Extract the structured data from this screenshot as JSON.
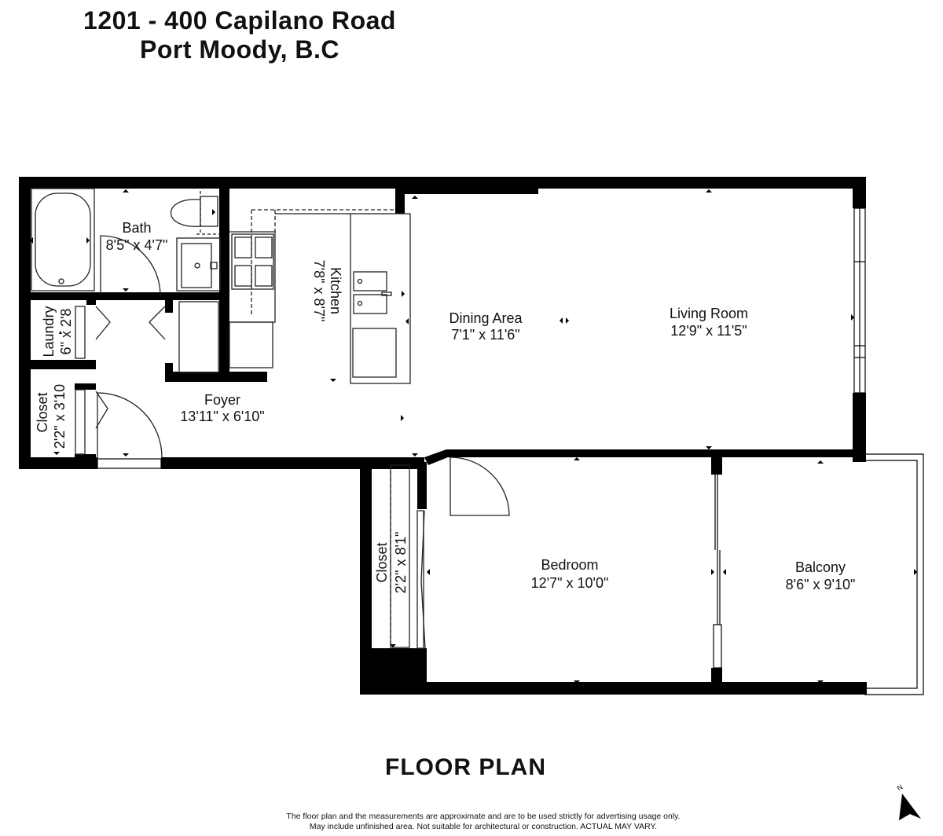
{
  "header": {
    "line1": "1201 - 400 Capilano Road",
    "line2": "Port Moody, B.C"
  },
  "rooms": {
    "bath": {
      "name": "Bath",
      "dims": "8'5\" x 4'7\""
    },
    "laundry": {
      "name": "Laundry",
      "dims": "6\" x 2'8"
    },
    "closet_foyer": {
      "name": "Closet",
      "dims": "2'2\" x 3'10"
    },
    "kitchen": {
      "name": "Kitchen",
      "dims": "7'8\" x 8'7\""
    },
    "dining": {
      "name": "Dining Area",
      "dims": "7'1\" x 11'6\""
    },
    "living": {
      "name": "Living Room",
      "dims": "12'9\" x 11'5\""
    },
    "foyer": {
      "name": "Foyer",
      "dims": "13'11\" x 6'10\""
    },
    "closet_bedroom": {
      "name": "Closet",
      "dims": "2'2\" x 8'1\""
    },
    "bedroom": {
      "name": "Bedroom",
      "dims": "12'7\" x 10'0\""
    },
    "balcony": {
      "name": "Balcony",
      "dims": "8'6\" x 9'10\""
    }
  },
  "footer": {
    "plan_label": "FLOOR PLAN",
    "disclaimer_line1": "The floor plan and the measurements are approximate and are to be used strictly for advertising usage only.",
    "disclaimer_line2": "May include unfinished area. Not suitable for architectural or construction. ACTUAL MAY VARY.",
    "north_label": "N"
  },
  "colors": {
    "wall": "#000000",
    "background": "#ffffff",
    "fixture": "#333333"
  },
  "icons": [
    "north-arrow-icon",
    "bathtub-icon",
    "toilet-icon",
    "sink-icon",
    "stove-icon",
    "kitchen-sink-icon",
    "door-swing-icon"
  ]
}
